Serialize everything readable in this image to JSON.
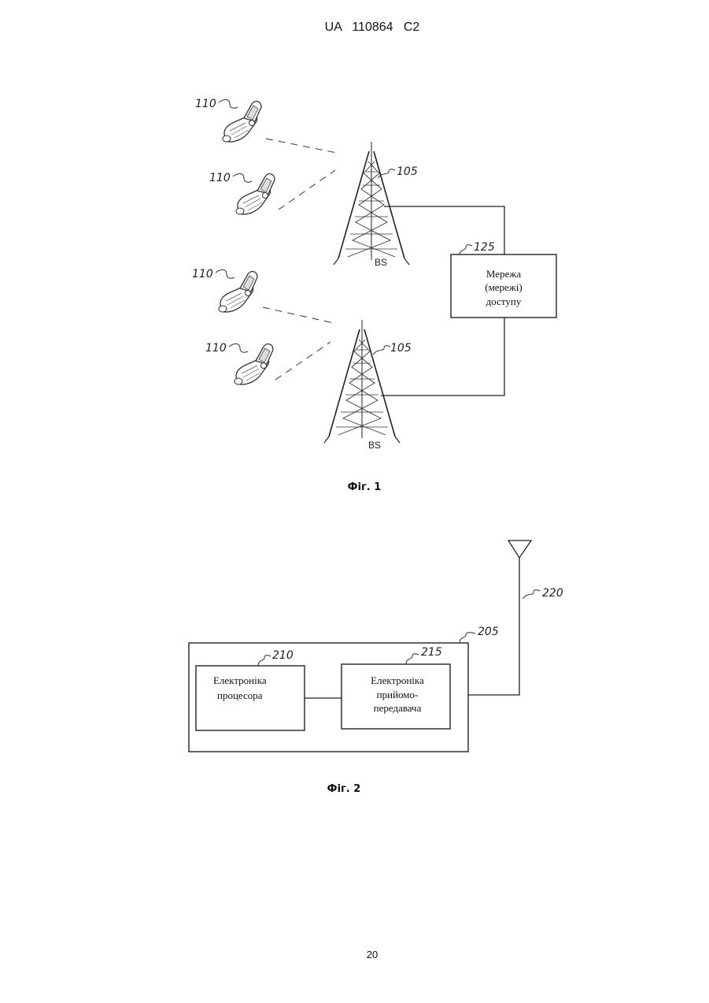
{
  "header": {
    "text": "UA   110864   C2"
  },
  "figure1": {
    "caption": "Фіг. 1",
    "phone_refs": [
      "110",
      "110",
      "110",
      "110"
    ],
    "tower_refs": [
      "105",
      "105"
    ],
    "tower_labels": [
      "BS",
      "BS"
    ],
    "network_ref": "125",
    "network_box": {
      "line1": "Мережа",
      "line2": "(мережі)",
      "line3": "доступу"
    }
  },
  "figure2": {
    "caption": "Фіг. 2",
    "antenna_ref": "220",
    "device_ref": "205",
    "processor_ref": "210",
    "transceiver_ref": "215",
    "processor_box": {
      "line1": "Електроніка",
      "line2": "процесора"
    },
    "transceiver_box": {
      "line1": "Електроніка",
      "line2": "прийомо-",
      "line3": "передавача"
    }
  },
  "footer": {
    "page_number": "20"
  }
}
